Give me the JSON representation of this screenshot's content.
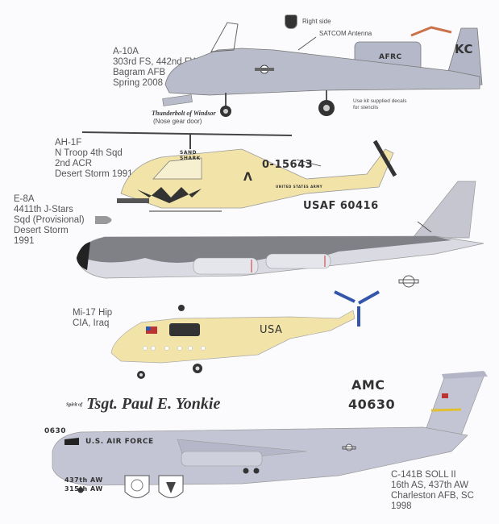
{
  "a10": {
    "caption": [
      "A-10A",
      "303rd FS, 442nd FW",
      "Bagram AFB",
      "Spring 2008"
    ],
    "right_side": "Right side",
    "satcom": "SATCOM Antenna",
    "tail_code": "KC",
    "engine_marking": "AFRC",
    "nose_name": "Thunderbolt of Windsor",
    "nose_gear_note": "(Nose gear door)",
    "stencil_note": [
      "Use kit supplied decals",
      "for stencils"
    ],
    "colors": {
      "body": "#b9bccb"
    }
  },
  "ah1": {
    "caption": [
      "AH-1F",
      "N Troop 4th Sqd",
      "2nd ACR",
      "Desert Storm 1991"
    ],
    "serial": "0-15643",
    "nose_art": "SAND SHARK",
    "chevron": "Λ",
    "fuselage_text": "UNITED STATES ARMY",
    "colors": {
      "body": "#f2e4a9"
    }
  },
  "e8": {
    "caption": [
      "E-8A",
      "4411th J-Stars",
      "Sqd (Provisional)",
      "Desert Storm",
      "1991"
    ],
    "serial": "USAF 60416",
    "colors": {
      "top": "#7f8187",
      "bottom": "#d9dae2",
      "tail": "#c5c6d0"
    }
  },
  "mi17": {
    "caption": [
      "Mi-17 Hip",
      "CIA, Iraq"
    ],
    "marking": "USA",
    "colors": {
      "body": "#f2e4a9"
    }
  },
  "c141": {
    "caption": [
      "C-141B SOLL II",
      "16th AS, 437th AW",
      "Charleston AFB, SC",
      "1998"
    ],
    "spirit_prefix": "Spirit of",
    "name": "Tsgt. Paul E. Yonkie",
    "tail_top": "AMC",
    "tail_serial": "40630",
    "nose_serial": "0630",
    "fuselage_title": "U.S. AIR FORCE",
    "wings": [
      "437th AW",
      "315th AW"
    ],
    "colors": {
      "body": "#c3c5d4"
    }
  }
}
